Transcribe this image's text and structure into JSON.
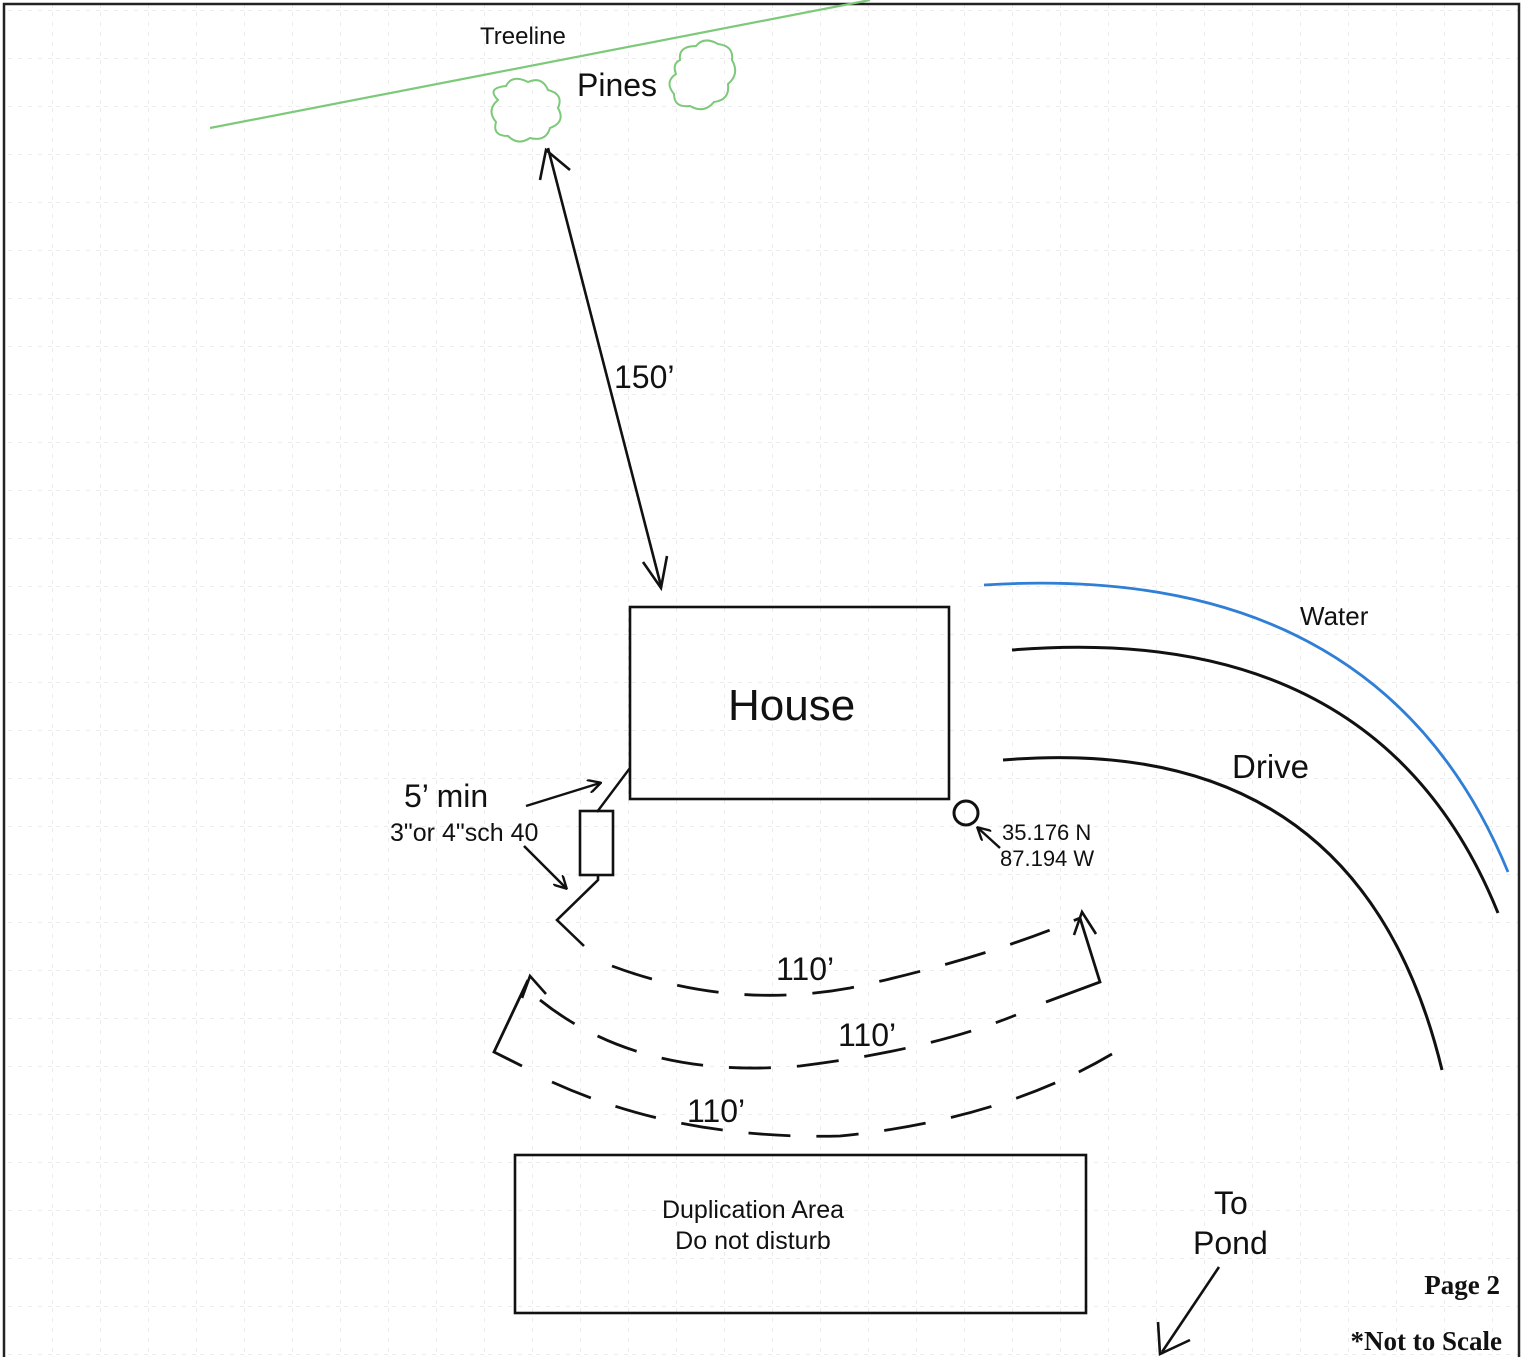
{
  "labels": {
    "treeline": "Treeline",
    "pines": "Pines",
    "dist_150": "150’",
    "house": "House",
    "water": "Water",
    "drive": "Drive",
    "five_min": "5’ min",
    "pipe_spec": "3\"or 4\"sch 40",
    "coord_lat": "35.176 N",
    "coord_lon": "87.194 W",
    "line1": "110’",
    "line2": "110’",
    "line3": "110’",
    "dup_line1": "Duplication Area",
    "dup_line2": "Do not disturb",
    "to": "To",
    "pond": "Pond",
    "page": "Page 2",
    "not_to_scale": "*Not to Scale"
  },
  "colors": {
    "treeline": "#7dc97a",
    "pines": "#7dc97a",
    "water": "#2f7fd6",
    "ink": "#111111",
    "grid": "#d4d4d4"
  }
}
